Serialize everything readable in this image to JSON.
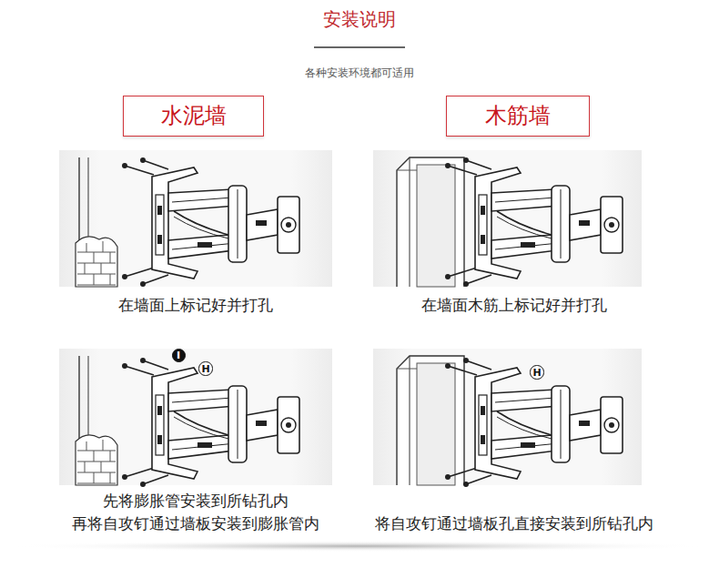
{
  "diagram": {
    "title": "安装说明",
    "nodes": [
      {
        "text": [
          "水泥墙"
        ]
      },
      {
        "text": [
          "木筋墙"
        ]
      },
      {
        "text": [
          "I"
        ]
      },
      {
        "text": [
          "H"
        ]
      },
      {
        "text": [
          "H"
        ]
      }
    ],
    "labels": [
      "各种安装环境都可适用",
      "在墙面上标记好并打孔",
      "在墙面木筋上标记好并打孔",
      "先将膨胀管安装到所钻孔内",
      "再将自攻钉通过墙板安装到膨胀管内",
      "将自攻钉通过墙板孔直接安装到所钻孔内"
    ]
  }
}
